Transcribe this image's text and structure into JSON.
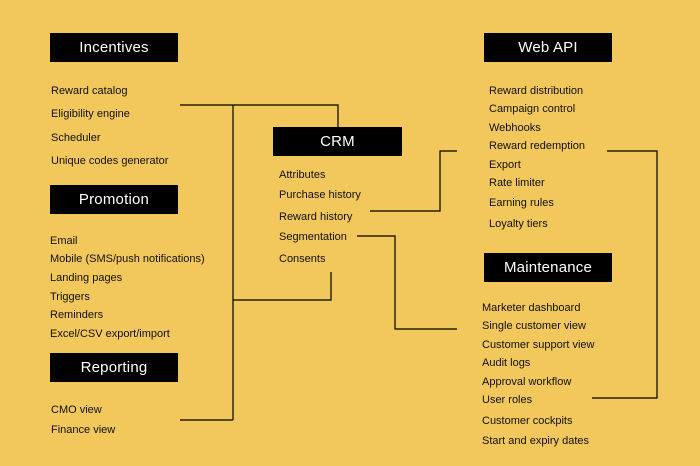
{
  "groups": {
    "incentives": {
      "title": "Incentives",
      "items": [
        "Reward catalog",
        "Eligibility engine",
        "Scheduler",
        "Unique codes generator"
      ]
    },
    "promotion": {
      "title": "Promotion",
      "items": [
        "Email",
        "Mobile (SMS/push notifications)",
        "Landing pages",
        "Triggers",
        "Reminders",
        "Excel/CSV export/import"
      ]
    },
    "reporting": {
      "title": "Reporting",
      "items": [
        "CMO view",
        "Finance view"
      ]
    },
    "crm": {
      "title": "CRM",
      "items": [
        "Attributes",
        "Purchase history",
        "Reward history",
        "Segmentation",
        "Consents"
      ]
    },
    "web_api": {
      "title": "Web API",
      "items": [
        "Reward distribution",
        "Campaign control",
        "Webhooks",
        "Reward redemption",
        "Export",
        "Rate limiter",
        "Earning rules",
        "Loyalty tiers"
      ]
    },
    "maintenance": {
      "title": "Maintenance",
      "items": [
        "Marketer dashboard",
        "Single customer view",
        "Customer support view",
        "Audit logs",
        "Approval workflow",
        "User roles",
        "Customer cockpits",
        "Start and expiry dates"
      ]
    }
  },
  "colors": {
    "background": "#f2c75c",
    "box": "#000000",
    "box_text": "#ffffff",
    "line": "#000000",
    "text": "#111111"
  }
}
